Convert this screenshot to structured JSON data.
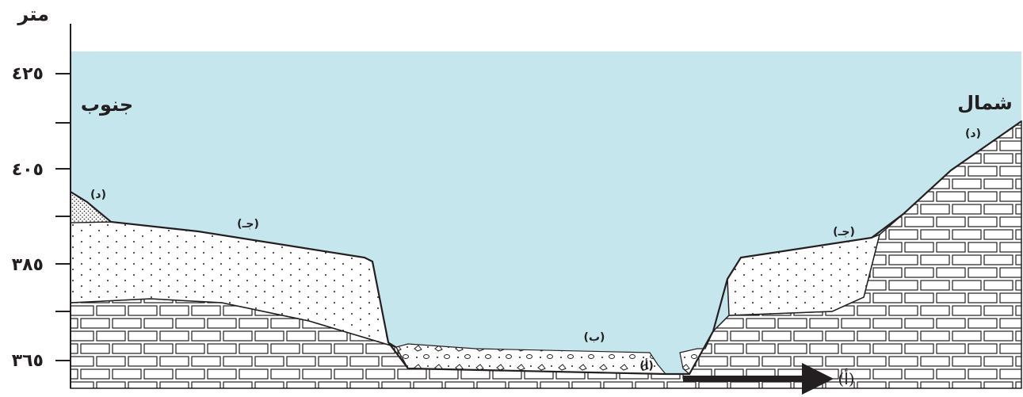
{
  "axis": {
    "unit": "متر",
    "ticks": [
      "٤٢٥",
      "٤٠٥",
      "٣٨٥",
      "٣٦٥"
    ]
  },
  "directions": {
    "south": "جنوب",
    "north": "شمال"
  },
  "layer_labels": {
    "d_left": "(د)",
    "j_left": "(جـ)",
    "b_center": "(ب)",
    "a_center": "(أ)",
    "j_right": "(جـ)",
    "d_right": "(د)"
  },
  "arrow_label": "(أ)",
  "colors": {
    "water": "#c6e6ee",
    "line": "#231f20",
    "brick": "#ffffff"
  }
}
